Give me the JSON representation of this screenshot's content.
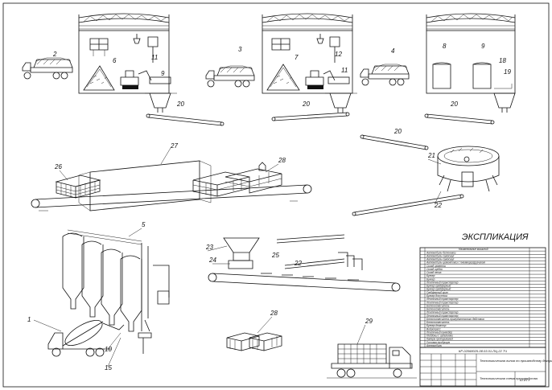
{
  "legend": {
    "title": "ЭКСПЛИКАЦИЯ",
    "header": "Наименование машиной",
    "rows": [
      "Автомобиль-бетоновоз",
      "Автомобиль-самосвал",
      "Автомобиль-самосвал",
      "Автомобиль-цементовоз с пневморазгрузчиком",
      "Склад цемента",
      "Склад щебня",
      "Склад песка",
      "Бункер",
      "Бункер",
      "Ленточный транспортер",
      "Бункер грейферный",
      "Бункер грейферный",
      "Грейферный кран",
      "Бункер для песка",
      "Ленточный транспортер",
      "Ленточный транспортер",
      "Бетоносмеситель",
      "Бетоносмеситель",
      "Ленточный транспортер",
      "Ленточный транспортер",
      "Бетоносмеситель принудительного действия",
      "Бетоносмеситель",
      "Бункер-дозатор",
      "Вибропресс",
      "Ленточный конвейер",
      "Поддоны с изделиями",
      "Камера пропаривания",
      "Готовая продукция",
      "Автомобиль"
    ]
  },
  "stamp": {
    "code": "КР-02068025-08.03.01-ПЦ.22 ТЧ",
    "theme": "Технологическая линия по производству декоративных фасадных изделий",
    "sheet_name": "Технологическая схема производства",
    "org": "БГИТУ"
  },
  "labels": [
    "1",
    "2",
    "3",
    "4",
    "5",
    "6",
    "7",
    "8",
    "9",
    "9",
    "10",
    "11",
    "11",
    "12",
    "15",
    "18",
    "19",
    "20",
    "20",
    "20",
    "20",
    "21",
    "22",
    "22",
    "23",
    "24",
    "25",
    "26",
    "27",
    "28",
    "28",
    "29"
  ]
}
